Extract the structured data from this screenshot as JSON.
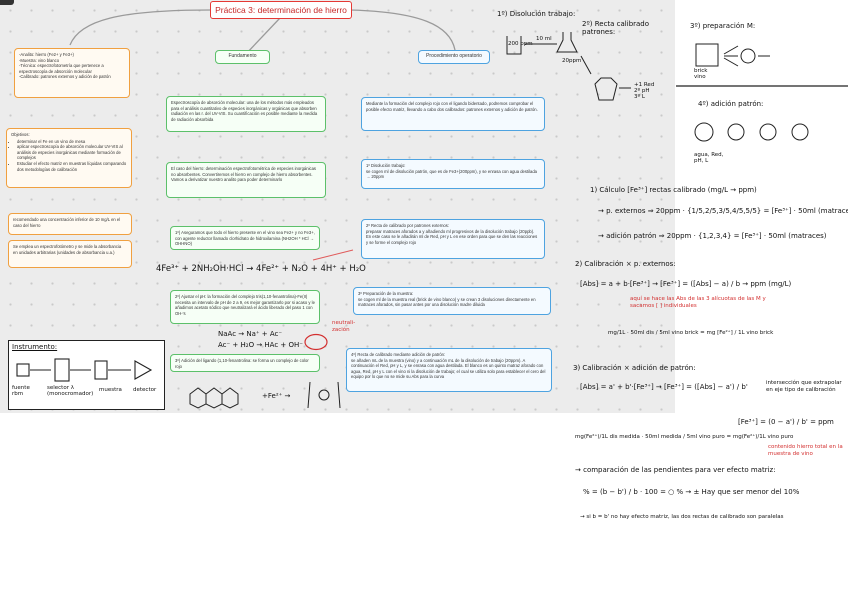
{
  "title": "Práctica 3: determinación de hierro",
  "columns": {
    "fundamento": "Fundamento",
    "procedimiento": "Procedimiento operatorio"
  },
  "left_nodes": {
    "analito": [
      "-Analito: hierro (Fe2+ y Fe3+)",
      "-Muestra: vino blanco",
      "-Técnica: espectrofotometría que pertenece a espectroscopía de absorción molecular",
      "-Calibrado: patrones externos y adición de patrón"
    ],
    "objetivos_title": "Objetivos:",
    "objetivos": [
      "determinar el Fe en un vino de mesa",
      "aplicar espectroscopía de absorción molecular UV-VIS al análisis de especies inorgánicas mediante formación de complejos",
      "Estudiar el efecto matriz en muestras líquidas comparando dos metodologías de calibración"
    ],
    "recomendado": "recomendado una concentración inferior de 10 mg/L en el caso del hierro",
    "espectro": "Se emplea un espectrofotómetro y se mide la absorbancia en unidades arbitrarias (unidades de absorbancia u.a.)"
  },
  "fund_nodes": {
    "n1": "Espectroscopía de absorción molecular: una de los métodos más empleados para el análisis cuantitativo de especies inorgánicas y orgánicas que absorben radiación en las r. del UV-VIS. Su cuantificación es posible mediante la medida de radiación absorbida",
    "n2": "El caso del hierro: determinación espectrofotométrica de especies inorgánicas no absorbentes. Convertiremos el hierro en complejo de hierro absorbentes. Vamos a derivatizar nuestro analito para poder determinarlo",
    "n3": "1º) Aseguramos que todo el hierro presente en el vino sea Fe2+ y no Fe3+, con agente reductor llamado clorhidrato de hidroxilamina (NH2OH * HCl → OHHNO)",
    "n4": "2º) Ajustar el pH: la formación del complejo tris(1,10-fenantrolina)-Fe(II) necesita un intervalo de pH de 2 a 9, es mejor garantizarlo por si acaso y le añadimos acetato sódico que neutralizará el ácido liberado del paso 1 con OH-'s",
    "n5": "3º) Adición del ligando (1,10-fenantrolina: se forma un complejo de color rojo"
  },
  "proc_nodes": {
    "p1": "Mediante la formación del complejo rojo con el ligando bidentado, podremos comprobar el posible efecto matriz, llevando a cabo dos calibrados: patrones externos y adición de patrón.",
    "p2": "1º Disolución trabajo:\nse cogen ml de disolución patrón, que es de Fe3+(200ppm), y se enrasa con agua destilada → 20ppm",
    "p3": "2º Recta de calibrado por patrones externos:\npreparar matraces aforados a y añadiendo ml progresivos de la disolución trabajo (20ppb). En este caso se le añadirán ml de Red, pH y L en ese orden para que se den las reacciones y se forme el complejo rojo",
    "p4": "3º Preparación de la muestra:\nse cogen ml de la muestra real (brick de vino blanco) y se crean 3 disoluciones directamente en matraces aforados, sin pasar antes por una disolución madre diluida",
    "p5": "4º) Recta de calibrado mediante adición de patrón:\nse añaden mL de la muestra (vino) y a continuación mL de la disolución de trabajo (20ppm). A continuación el Red, pH y L, y se enrasa con agua destilada. El blanco es un quinto matraz aforado con agua, Red, pH y L con el vino ni la disolución de trabajo; el cual se utiliza solo para establecer el cero del equipo por lo que no se mide su Abs para la curva"
  },
  "handwritten": {
    "reaction1": "4Fe³⁺ + 2NH₂OH·HCl → 4Fe²⁺ + N₂O + 4H⁺ + H₂O",
    "reaction2_lhs": "NaAc → Na⁺ + Ac⁻",
    "reaction2_mid": "Ac⁻ + H₂O → HAc + OH⁻",
    "neutralizacion": "neutrali-\nzación",
    "instrumento": "Instrumento:",
    "fuente": "fuente\nrbm",
    "selector": "selector λ\n(monocromador)",
    "muestra": "muestra",
    "detector": "detector",
    "complex_plus": "+Fe²⁺ →",
    "step1": "1º) Disolución trabajo:",
    "step2": "2º) Recta calibrado patrones:",
    "step3": "3º) preparación M:",
    "step4": "4º) adición patrón:",
    "vol_10ml": "10 ml",
    "ppm_20": "20ppm",
    "ppm_200": "200 ppm",
    "red_ph_l": "+1 Red\n2º pH\n3º L",
    "brick_vino": "brick\nvino",
    "agua_red": "agua, Red,\npH, L",
    "calc1": "1) Cálculo [Fe³⁺] rectas calibrado (mg/L → ppm)",
    "calc1a": "→ p. externos ⇒  20ppm · {1/5,2/5,3/5,4/5,5/5} = [Fe³⁺] · 50ml (matraces aforados)",
    "calc1b": "→ adición patrón ⇒ 20ppm · {1,2,3,4} = [Fe³⁺] · 50ml (matraces)",
    "calc2": "2) Calibración × p. externos:",
    "calc2_eq": "[Abs] = a + b·[Fe³⁺] → [Fe³⁺] = ([Abs] − a) / b → ppm (mg/L)",
    "calc2_red": "aquí se hace las Abs de las 3 alícuotas de las M y sacamos [ ] individuales",
    "calc2_frac": "mg/1L · 50ml dis / 5ml vino brick = mg [Fe²⁺] / 1L vino brick",
    "calc3": "3) Calibración × adición de patrón:",
    "calc3_eq": "[Abs] = a' + b'·[Fe³⁺] → [Fe³⁺] = ([Abs] − a') / b'",
    "calc3_note": "intersección que extrapolar en eje tipo de calibración",
    "calc3_x": "[Fe³⁺] = (0 − a') / b' = ppm",
    "calc3_red": "contenido hierro total en la muestra de vino",
    "calc3_frac": "mg(Fe²⁺)/1L dis medida · 50ml medida / 5ml vino puro = mg(Fe²⁺)/1L vino puro",
    "compare": "→ comparación de las pendientes para ver efecto matriz:",
    "percent": "% = (b − b') / b · 100 = ○ %  → ± Hay que ser menor del 10%",
    "conclusion": "→ si b = b' no hay efecto matriz, las dos rectas de calibrado son paralelas"
  }
}
